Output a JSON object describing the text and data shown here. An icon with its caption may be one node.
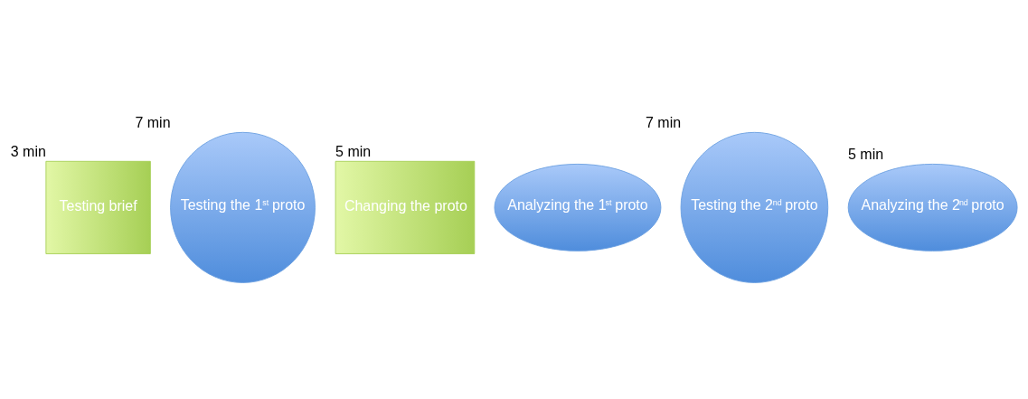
{
  "diagram": {
    "nodes": [
      {
        "text": [
          "Testing brief"
        ],
        "beside": [
          "3 min"
        ]
      },
      {
        "text": [
          "Testing the 1$^{st}$ proto"
        ],
        "beside": [
          "7 min"
        ]
      },
      {
        "text": [
          "Changing the proto"
        ],
        "beside": [
          "5 min"
        ]
      },
      {
        "text": [
          "Analyzing the 1$^{st}$ proto"
        ]
      },
      {
        "text": [
          "Testing the 2$^{nd}$ proto"
        ],
        "beside": [
          "7 min"
        ]
      },
      {
        "text": [
          "Analyzing the 2$^{nd}$ proto"
        ],
        "beside": [
          "5 min"
        ]
      }
    ],
    "edges": []
  }
}
